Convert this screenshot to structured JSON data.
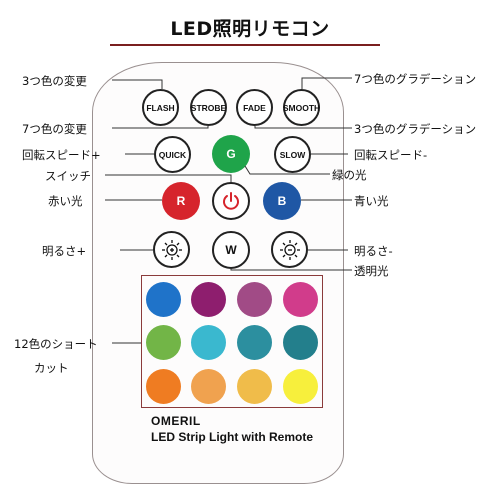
{
  "title": "LED照明リモコン",
  "remote": {
    "row1": [
      "FLASH",
      "STROBE",
      "FADE",
      "SMOOTH"
    ],
    "row2": {
      "left": "QUICK",
      "center": "G",
      "right": "SLOW"
    },
    "row3": {
      "left": "R",
      "center_icon": "power-icon",
      "right": "B"
    },
    "row4": {
      "left_icon": "brightness-up-icon",
      "center": "W",
      "right_icon": "brightness-down-icon"
    },
    "swatch_colors": [
      "#1f73c9",
      "#8e1e6e",
      "#a14b86",
      "#d13c8b",
      "#72b547",
      "#3ab8cf",
      "#2c8f9f",
      "#237f8c",
      "#ef7c22",
      "#f0a24f",
      "#f0bc4a",
      "#f7ef3c"
    ],
    "brand": "OMERIL",
    "tagline": "LED Strip Light with Remote",
    "colors": {
      "G": "#1fa44a",
      "R": "#d6242c",
      "B": "#1f57a5"
    }
  },
  "labels": {
    "three_color_change": "3つ色の変更",
    "seven_color_gradation": "7つ色のグラデーション",
    "seven_color_change": "7つ色の変更",
    "three_color_gradation": "3つ色のグラデーション",
    "speed_up": "回転スピード+",
    "speed_down": "回転スピード-",
    "switch": "スイッチ",
    "green_light": "緑の光",
    "red_light": "赤い光",
    "blue_light": "青い光",
    "brightness_up": "明るさ+",
    "brightness_down": "明るさ-",
    "transparent_light": "透明光",
    "shortcut_line1": "12色のショート",
    "shortcut_line2": "カット"
  }
}
